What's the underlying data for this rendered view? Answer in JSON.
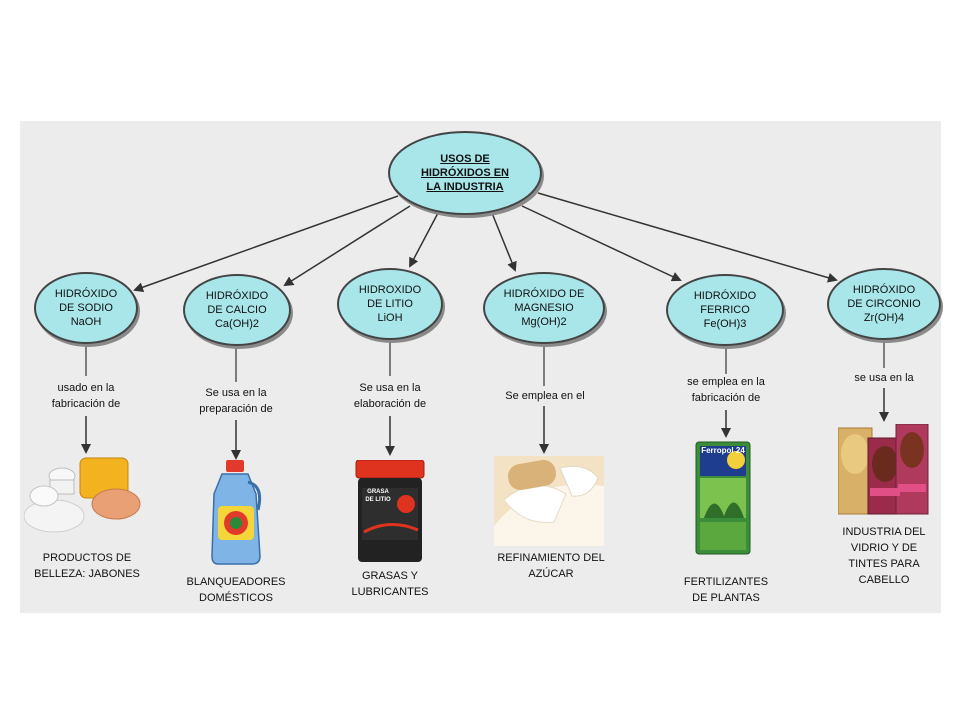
{
  "diagram": {
    "root": "USOS DE\nHIDRÓXIDOS EN\nLA INDUSTRIA",
    "items": [
      {
        "name": "HIDRÓXIDO\nDE SODIO\nNaOH",
        "use": "usado en la\nfabricación de",
        "product": "PRODUCTOS DE\nBELLEZA: JABONES"
      },
      {
        "name": "HIDRÓXIDO\nDE CALCIO\nCa(OH)2",
        "use": "Se usa en la\npreparación de",
        "product": "BLANQUEADORES\nDOMÉSTICOS"
      },
      {
        "name": "HIDROXIDO\nDE LITIO\nLiOH",
        "use": "Se usa en la\nelaboración de",
        "product": "GRASAS Y\nLUBRICANTES"
      },
      {
        "name": "HIDRÓXIDO DE\nMAGNESIO\nMg(OH)2",
        "use": "Se emplea en el",
        "product": "REFINAMIENTO DEL\nAZÚCAR"
      },
      {
        "name": "HIDRÓXIDO\nFERRICO\nFe(OH)3",
        "use": "se emplea en la\nfabricación de",
        "product": "FERTILIZANTES\nDE PLANTAS"
      },
      {
        "name": "HIDRÓXIDO\nDE CIRCONIO\nZr(OH)4",
        "use": "se usa en la",
        "product": "INDUSTRIA DEL\nVIDRIO Y DE\nTINTES PARA\nCABELLO"
      }
    ],
    "jar_label": "GRASA\nDE LITIO",
    "fert_label": "Ferropol 24"
  },
  "colors": {
    "node_fill": "#a8e6ea",
    "panel": "#ececec",
    "line": "#333333"
  }
}
